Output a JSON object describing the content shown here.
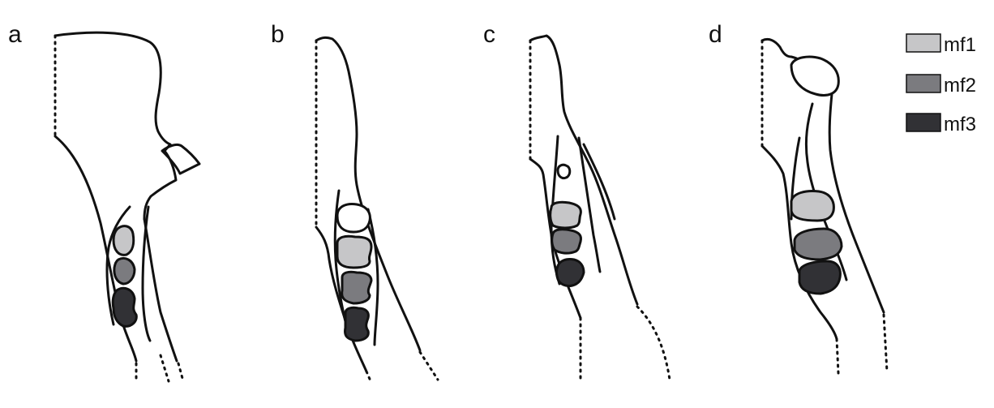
{
  "panels": [
    {
      "label": "a"
    },
    {
      "label": "b"
    },
    {
      "label": "c"
    },
    {
      "label": "d"
    }
  ],
  "legend": [
    {
      "label": "mf1",
      "color": "#c6c6c8"
    },
    {
      "label": "mf2",
      "color": "#7b7b7f"
    },
    {
      "label": "mf3",
      "color": "#313135"
    }
  ],
  "colors": {
    "outline": "#111111",
    "empty_cell": "#ffffff",
    "background": "#ffffff"
  }
}
